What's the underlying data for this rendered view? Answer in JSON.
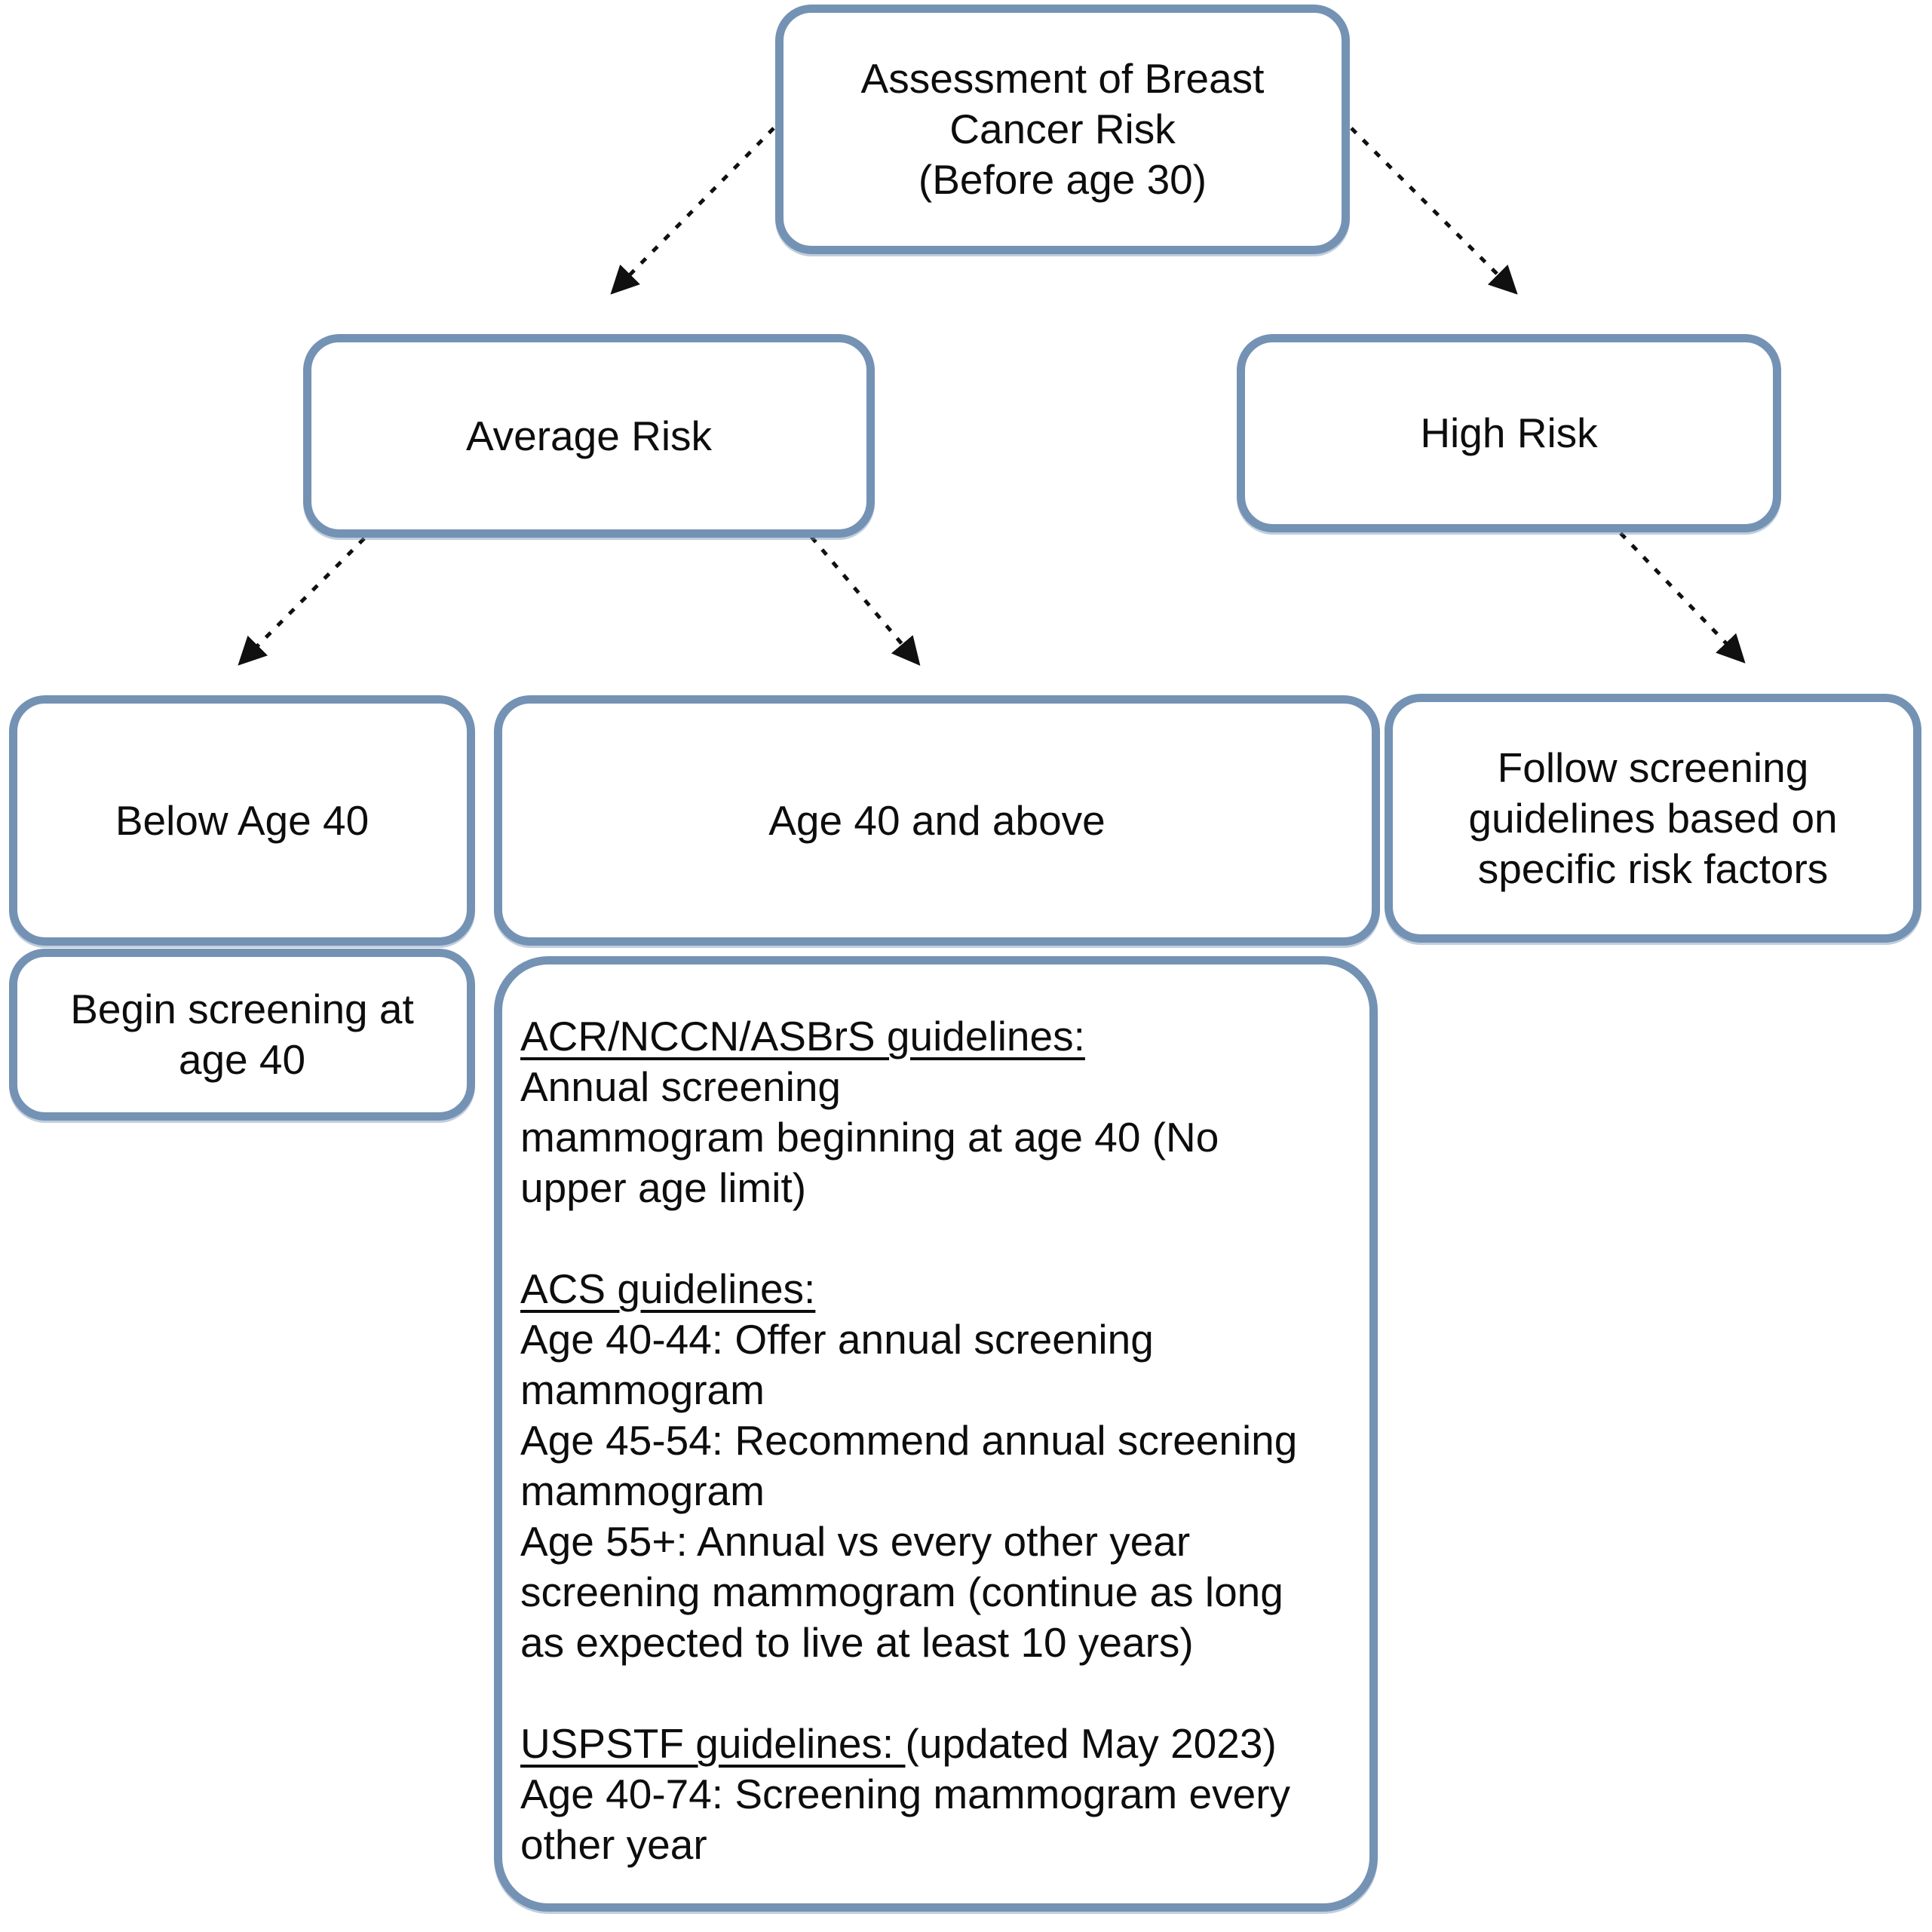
{
  "diagram": {
    "title_node": {
      "text": "Assessment of Breast\nCancer Risk\n(Before age 30)"
    },
    "nodes": {
      "average_risk": {
        "text": "Average Risk"
      },
      "high_risk": {
        "text": "High Risk"
      },
      "below_age_40": {
        "text": "Below Age 40"
      },
      "age_40_and_above": {
        "text": "Age 40 and above"
      },
      "follow_guidelines": {
        "text": "Follow screening\nguidelines based on\nspecific risk factors"
      },
      "begin_screening": {
        "text": "Begin screening at\nage 40"
      }
    },
    "guidelines_detail": {
      "sections": [
        {
          "heading": "ACR/NCCN/ASBrS guidelines:",
          "heading_suffix": "",
          "body": "Annual screening\nmammogram beginning at age 40 (No\nupper age limit)"
        },
        {
          "heading": "ACS guidelines:",
          "heading_suffix": "",
          "body": "Age 40-44: Offer annual screening\nmammogram\nAge 45-54: Recommend annual screening\nmammogram\nAge 55+: Annual vs every other year\nscreening mammogram (continue as long\nas expected to live at least 10 years)"
        },
        {
          "heading": "USPSTF guidelines: ",
          "heading_suffix": "(updated May 2023)",
          "body": "Age 40-74: Screening mammogram every\nother year"
        }
      ]
    },
    "colors": {
      "accent": "#7492b4",
      "ink": "#0d0d0d",
      "arrow": "#101010",
      "background": "#ffffff"
    }
  }
}
